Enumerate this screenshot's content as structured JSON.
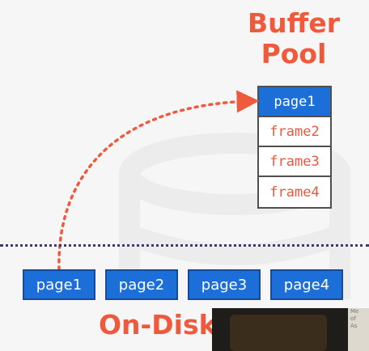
{
  "diagram": {
    "buffer_pool_title": "Buffer\nPool",
    "buffer_pool_title_line1": "Buffer",
    "buffer_pool_title_line2": "Pool",
    "on_disk_title": "On-Disk",
    "frames": [
      {
        "label": "page1",
        "filled": true
      },
      {
        "label": "frame2",
        "filled": false
      },
      {
        "label": "frame3",
        "filled": false
      },
      {
        "label": "frame4",
        "filled": false
      }
    ],
    "disk_pages": [
      "page1",
      "page2",
      "page3",
      "page4"
    ],
    "colors": {
      "accent": "#f05a3c",
      "page_blue": "#1c6fd8",
      "divider": "#3a3d6b",
      "border": "#4f4f4f"
    }
  }
}
